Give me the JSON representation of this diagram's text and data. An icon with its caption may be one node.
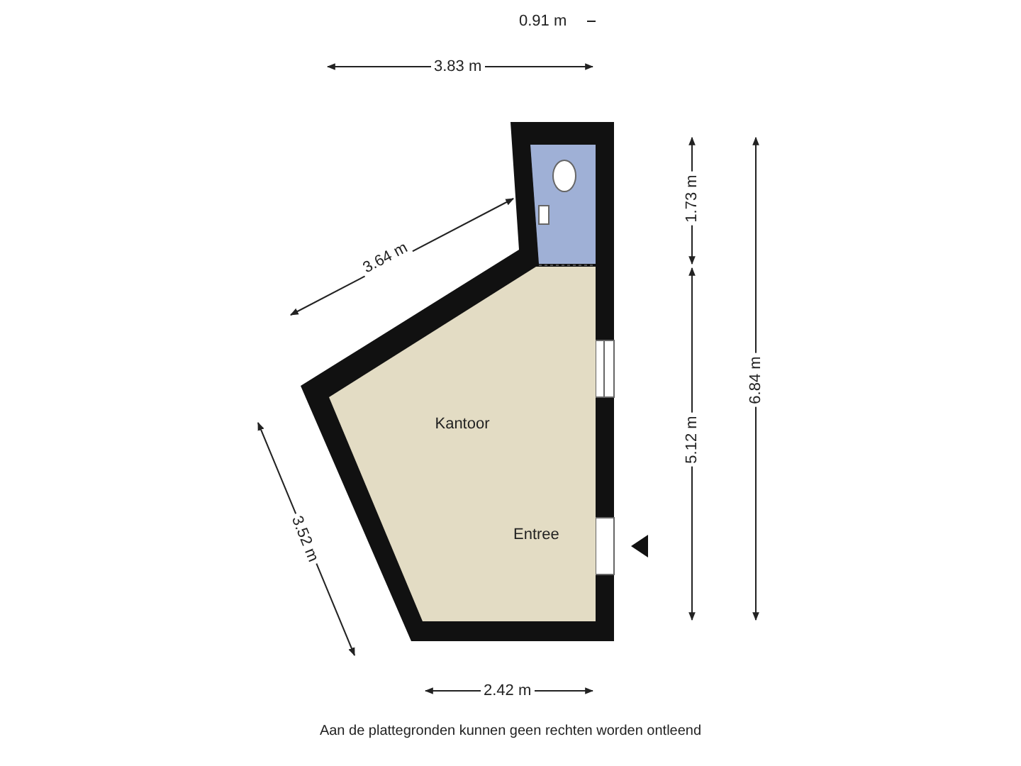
{
  "diagram": {
    "caption": "Aan de plattegronden kunnen geen rechten worden ontleend",
    "nodes": [
      {
        "text": [
          "Kantoor"
        ]
      }
    ],
    "edges": [],
    "labels": [
      "0.91 m",
      "3.83 m",
      "3.64 m",
      "1.73 m",
      "6.84 m",
      "5.12 m",
      "3.52 m",
      "Entree",
      "2.42 m"
    ]
  }
}
